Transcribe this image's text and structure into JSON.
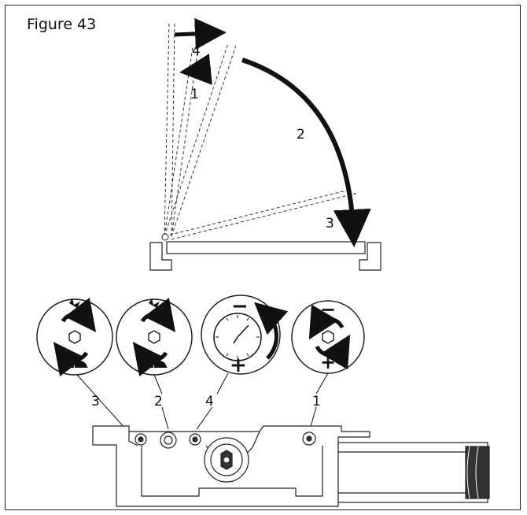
{
  "figure": {
    "title": "Figure 43"
  },
  "door_diagram": {
    "phase_labels": [
      "4",
      "1",
      "2",
      "3"
    ]
  },
  "adjusters": {
    "dials": [
      {
        "label": "3",
        "icon": "hare-tortoise-speed-icon"
      },
      {
        "label": "2",
        "icon": "hare-tortoise-speed-icon"
      },
      {
        "label": "4",
        "icon": "clock-delay-icon",
        "minus": "−",
        "plus": "+"
      },
      {
        "label": "1",
        "icon": "force-valve-icon",
        "minus": "−",
        "plus": "+"
      }
    ]
  }
}
